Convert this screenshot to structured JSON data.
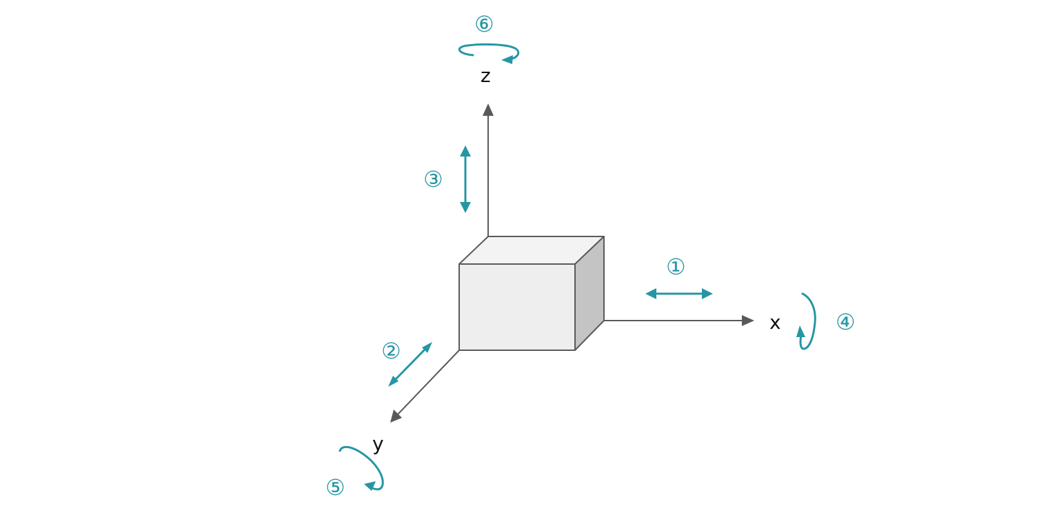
{
  "axes": {
    "x": {
      "label": "x"
    },
    "y": {
      "label": "y"
    },
    "z": {
      "label": "z"
    }
  },
  "motions": [
    {
      "id": "surge",
      "number": "①",
      "kind": "translation",
      "axis": "x"
    },
    {
      "id": "sway",
      "number": "②",
      "kind": "translation",
      "axis": "y"
    },
    {
      "id": "heave",
      "number": "③",
      "kind": "translation",
      "axis": "z"
    },
    {
      "id": "roll",
      "number": "④",
      "kind": "rotation",
      "axis": "x"
    },
    {
      "id": "pitch",
      "number": "⑤",
      "kind": "rotation",
      "axis": "y"
    },
    {
      "id": "yaw",
      "number": "⑥",
      "kind": "rotation",
      "axis": "z"
    }
  ],
  "colors": {
    "accent": "#2596a4",
    "axis": "#595959",
    "box_front": "#eeeeee",
    "box_top": "#f3f3f3",
    "box_side": "#c4c4c4",
    "box_edge": "#5a5a5a",
    "label": "#111111"
  },
  "icons": {
    "translation": "double-headed-arrow-icon",
    "rotation": "curved-rotation-arrow-icon"
  }
}
